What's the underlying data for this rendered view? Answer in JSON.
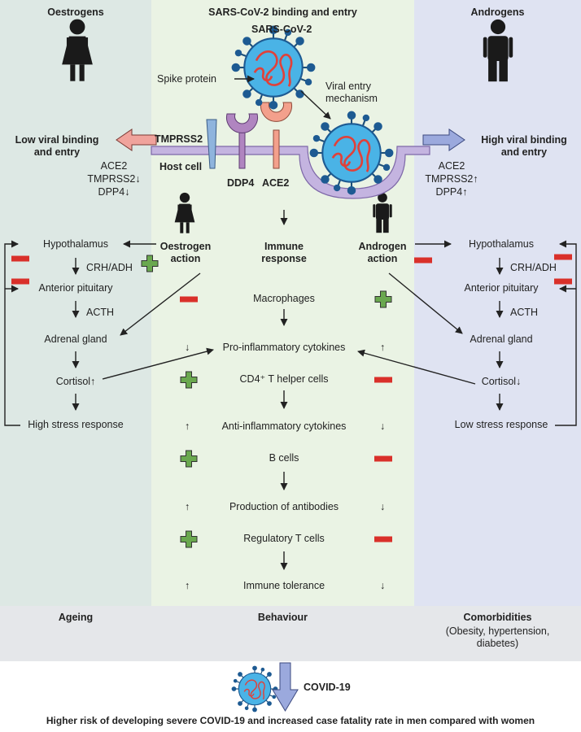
{
  "headers": {
    "oestrogens": "Oestrogens",
    "binding_entry": "SARS-CoV-2 binding and entry",
    "androgens": "Androgens"
  },
  "virus": {
    "label": "SARS-CoV-2",
    "spike_protein": "Spike protein",
    "viral_entry": "Viral entry\nmechanism",
    "tmprss2": "TMPRSS2",
    "host_cell": "Host cell",
    "ddp4": "DDP4",
    "ace2": "ACE2"
  },
  "left": {
    "binding": "Low viral binding\nand entry",
    "receptors": [
      "ACE2",
      "TMPRSS2↓",
      "DPP4↓"
    ],
    "axis": {
      "hypothalamus": "Hypothalamus",
      "crh_adh": "CRH/ADH",
      "pituitary": "Anterior pituitary",
      "acth": "ACTH",
      "adrenal": "Adrenal gland",
      "cortisol": "Cortisol↑",
      "stress": "High stress response"
    },
    "hormone_action": "Oestrogen\naction"
  },
  "right": {
    "binding": "High viral binding\nand entry",
    "receptors": [
      "ACE2",
      "TMPRSS2↑",
      "DPP4↑"
    ],
    "axis": {
      "hypothalamus": "Hypothalamus",
      "crh_adh": "CRH/ADH",
      "pituitary": "Anterior pituitary",
      "acth": "ACTH",
      "adrenal": "Adrenal gland",
      "cortisol": "Cortisol↓",
      "stress": "Low stress response"
    },
    "hormone_action": "Androgen\naction"
  },
  "immune": {
    "title": "Immune\nresponse",
    "steps": [
      {
        "label": "Macrophages",
        "left_arrow": "",
        "right_arrow": "",
        "female": "minus",
        "male": "plus"
      },
      {
        "label": "Pro-inflammatory cytokines",
        "left_arrow": "↓",
        "right_arrow": "↑",
        "female": "",
        "male": ""
      },
      {
        "label": "CD4⁺ T helper cells",
        "left_arrow": "",
        "right_arrow": "",
        "female": "plus",
        "male": "minus"
      },
      {
        "label": "Anti-inflammatory cytokines",
        "left_arrow": "↑",
        "right_arrow": "↓",
        "female": "",
        "male": ""
      },
      {
        "label": "B cells",
        "left_arrow": "",
        "right_arrow": "",
        "female": "plus",
        "male": "minus"
      },
      {
        "label": "Production of antibodies",
        "left_arrow": "↑",
        "right_arrow": "↓",
        "female": "",
        "male": ""
      },
      {
        "label": "Regulatory T cells",
        "left_arrow": "",
        "right_arrow": "",
        "female": "plus",
        "male": "minus"
      },
      {
        "label": "Immune tolerance",
        "left_arrow": "↑",
        "right_arrow": "↓",
        "female": "",
        "male": ""
      }
    ]
  },
  "factors": {
    "ageing": "Ageing",
    "behaviour": "Behaviour",
    "comorbidities": "Comorbidities",
    "comorbidities_detail": "(Obesity, hypertension,\ndiabetes)"
  },
  "outcome": {
    "covid": "COVID-19",
    "conclusion": "Higher risk of developing severe COVID-19 and increased case fatality rate in men compared with women"
  },
  "colors": {
    "female_panel": "#dde8e4",
    "mid_panel": "#eaf3e4",
    "male_panel": "#dfe3f2",
    "plus": "#6aa84f",
    "minus": "#d9302a",
    "virus_blue": "#4ab3e6",
    "virus_red": "#e0413a",
    "membrane": "#c4b4e0",
    "ddp4": "#b085c0",
    "ace2": "#f3a08c",
    "tmprss2": "#8fb4dd",
    "low_arrow": "#f0a39c",
    "high_arrow": "#9ba9dd"
  },
  "icons": [
    "female-figure-icon",
    "male-figure-icon",
    "virus-icon",
    "plus-icon",
    "minus-icon"
  ]
}
